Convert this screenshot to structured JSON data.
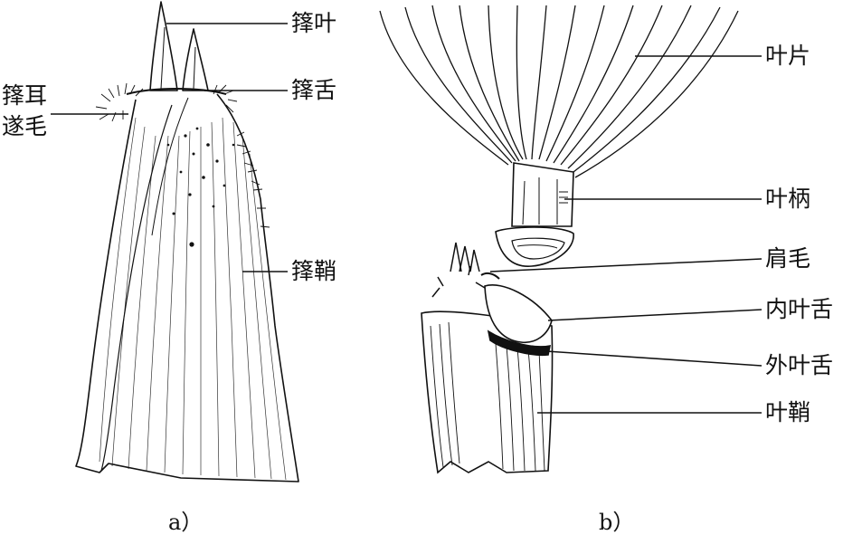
{
  "figure_a": {
    "caption": "a）",
    "labels": {
      "sheath_blade": "箨叶",
      "sheath_tongue": "箨舌",
      "sheath_ear": "箨耳",
      "oral_hairs": "遂毛",
      "culm_sheath": "箨鞘"
    }
  },
  "figure_b": {
    "caption": "b）",
    "labels": {
      "blade": "叶片",
      "petiole": "叶柄",
      "shoulder_hairs": "肩毛",
      "inner_ligule": "内叶舌",
      "outer_ligule": "外叶舌",
      "leaf_sheath": "叶鞘"
    }
  },
  "colors": {
    "ink": "#111111",
    "paper": "#ffffff"
  }
}
